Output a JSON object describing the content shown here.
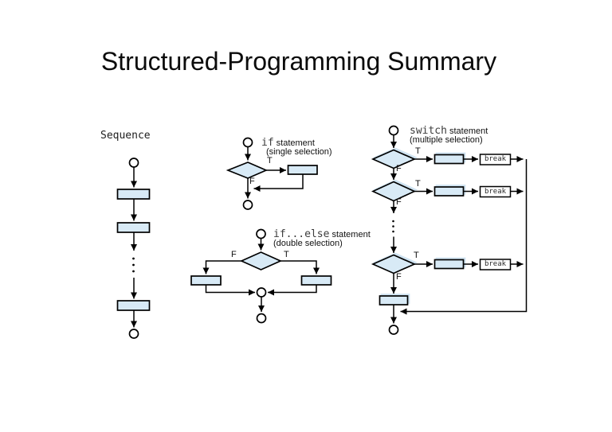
{
  "slide": {
    "title": "Structured-Programming Summary"
  },
  "flow_labels": {
    "true": "T",
    "false": "F",
    "break_keyword": "break"
  },
  "sections": {
    "sequence": {
      "heading": "Sequence"
    },
    "if_statement": {
      "keyword": "if",
      "heading_rest": "statement",
      "subheading": "(single selection)"
    },
    "if_else_statement": {
      "keyword": "if...else",
      "heading_rest": "statement",
      "subheading": "(double selection)"
    },
    "switch_statement": {
      "keyword": "switch",
      "heading_rest": "statement",
      "subheading": "(multiple selection)"
    }
  }
}
